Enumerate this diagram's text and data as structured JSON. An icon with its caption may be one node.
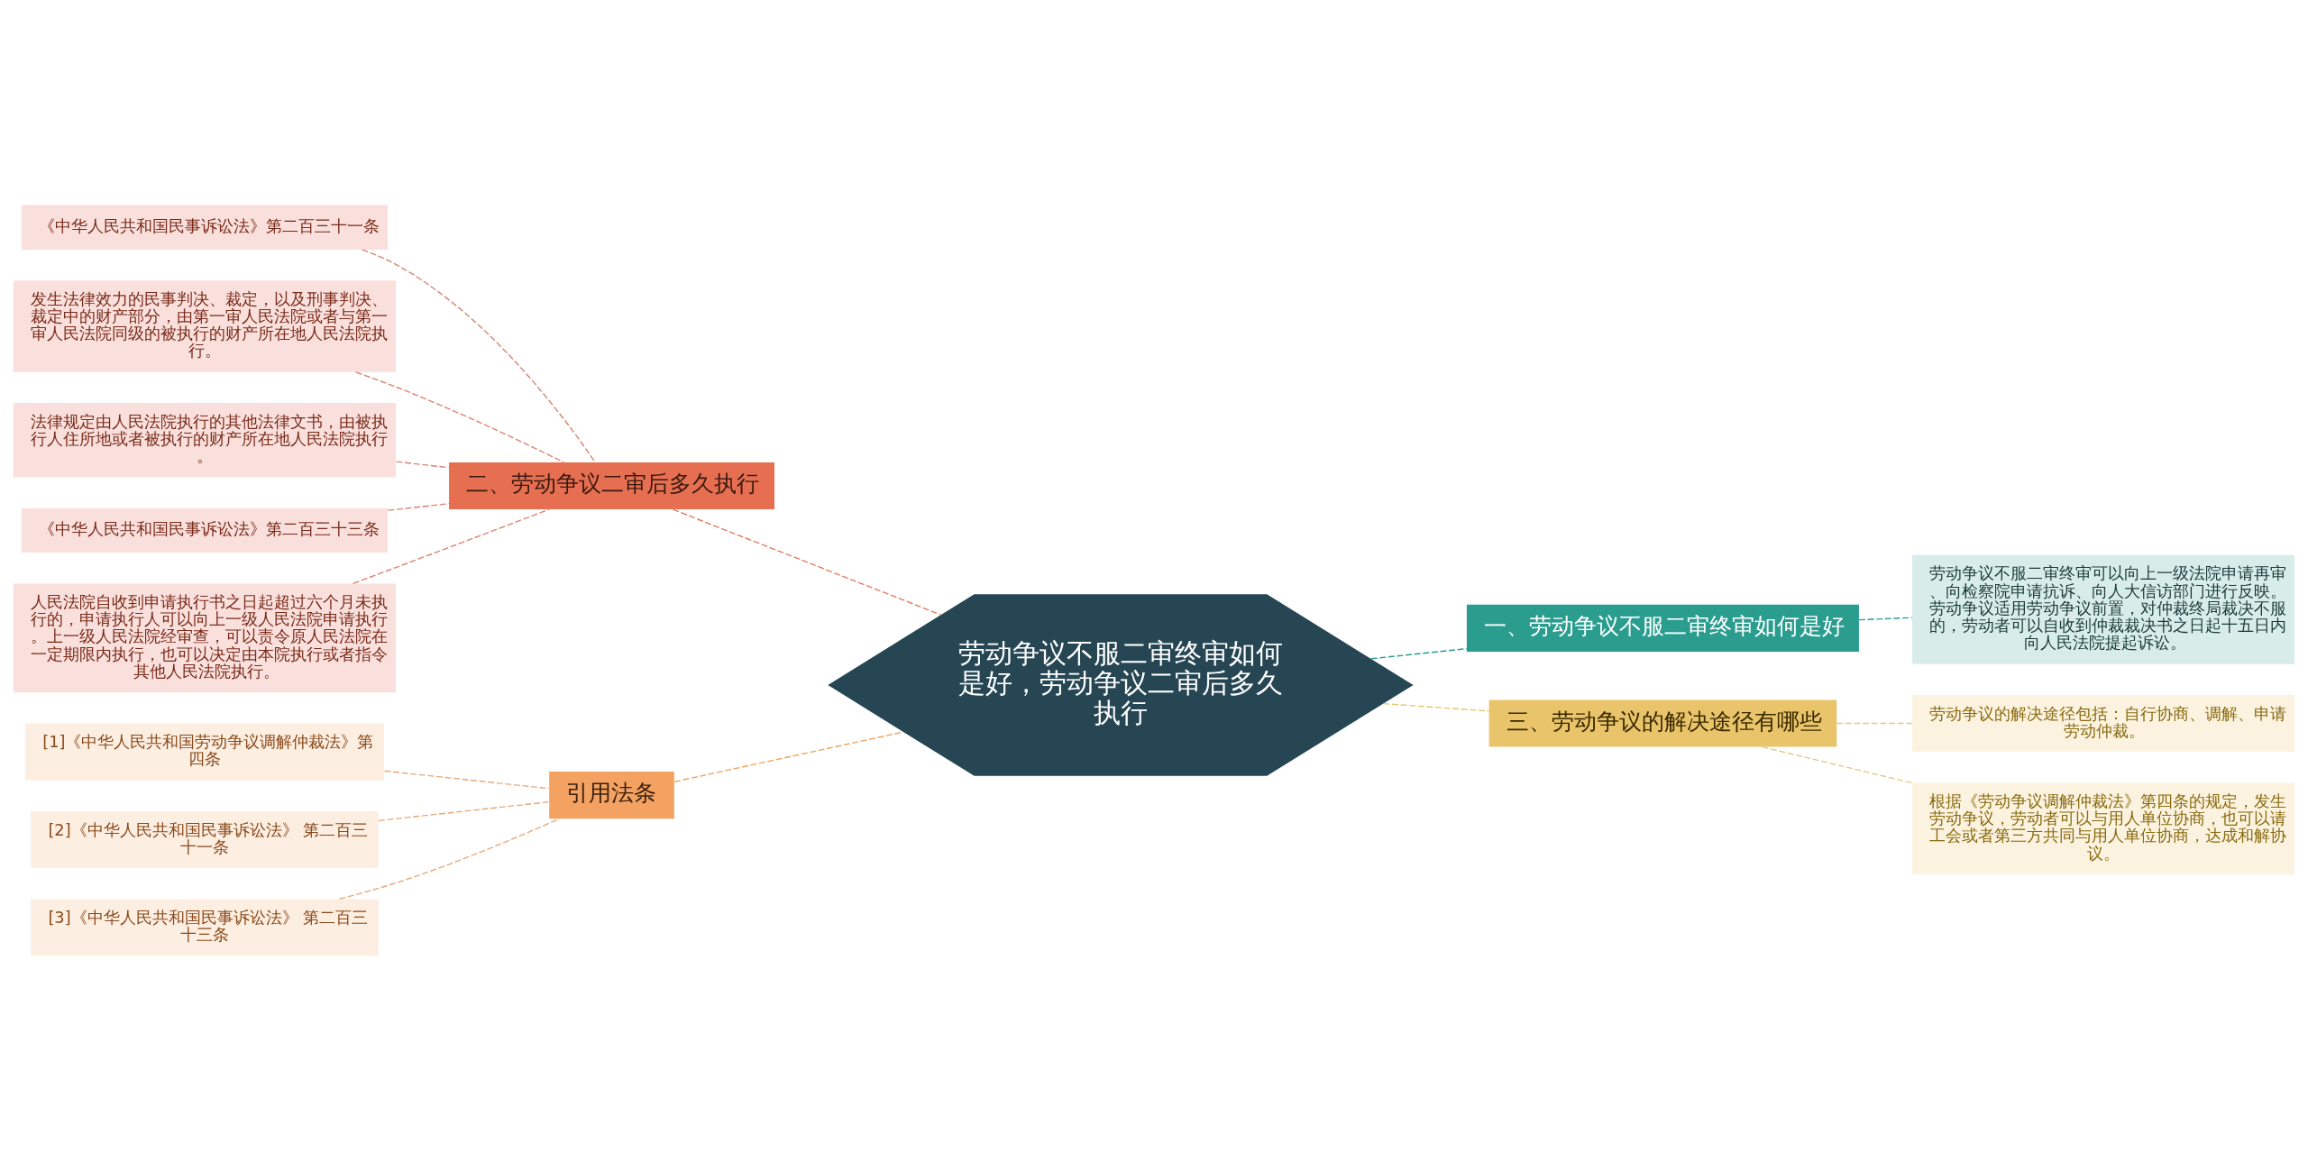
{
  "diagram": {
    "nodes": [
      {
        "text": [
          "劳动争议不服二审终审如何是好，劳动争议二审后多久执行"
        ]
      },
      {
        "text": [
          "二、劳动争议二审后多久执行"
        ]
      },
      {
        "text": [
          "《中华人民共和国民事诉讼法》第二百三十一条"
        ]
      },
      {
        "text": [
          "发生法律效力的民事判决、裁定，以及刑事判决、裁定中的财产部分，由第一审人民法院或者与第一审人民法院同级的被执行的财产所在地人民法院执行。"
        ]
      },
      {
        "text": [
          "法律规定由人民法院执行的其他法律文书，由被执行人住所地或者被执行的财产所在地人民法院执行。"
        ]
      },
      {
        "text": [
          "《中华人民共和国民事诉讼法》第二百三十三条"
        ]
      },
      {
        "text": [
          "人民法院自收到申请执行书之日起超过六个月未执行的，申请执行人可以向上一级人民法院申请执行。上一级人民法院经审查，可以责令原人民法院在一定期限内执行，也可以决定由本院执行或者指令其他人民法院执行。"
        ]
      },
      {
        "text": [
          "引用法条"
        ]
      },
      {
        "text": [
          "[1]《中华人民共和国劳动争议调解仲裁法》第四条"
        ]
      },
      {
        "text": [
          "[2]《中华人民共和国民事诉讼法》 第二百三十一条"
        ]
      },
      {
        "text": [
          "[3]《中华人民共和国民事诉讼法》 第二百三十三条"
        ]
      },
      {
        "text": [
          "一、劳动争议不服二审终审如何是好"
        ]
      },
      {
        "text": [
          "劳动争议不服二审终审可以向上一级法院申请再审、向检察院申请抗诉、向人大信访部门进行反映。劳动争议适用劳动争议前置，对仲裁终局裁决不服的，劳动者可以自收到仲裁裁决书之日起十五日内向人民法院提起诉讼。"
        ]
      },
      {
        "text": [
          "三、劳动争议的解决途径有哪些"
        ]
      },
      {
        "text": [
          "劳动争议的解决途径包括：自行协商、调解、申请劳动仲裁。"
        ]
      },
      {
        "text": [
          "根据《劳动争议调解仲裁法》第四条的规定，发生劳动争议，劳动者可以与用人单位协商，也可以请工会或者第三方共同与用人单位协商，达成和解协议。"
        ]
      }
    ],
    "edges": [
      {
        "from": 0,
        "to": 1,
        "arrow": "none",
        "style": "dashed",
        "color": "#e07a5f"
      },
      {
        "from": 1,
        "to": 2,
        "arrow": "none",
        "style": "dashed",
        "color": "#d9826e"
      },
      {
        "from": 1,
        "to": 3,
        "arrow": "none",
        "style": "dashed",
        "color": "#d9826e"
      },
      {
        "from": 1,
        "to": 4,
        "arrow": "none",
        "style": "dashed",
        "color": "#d9826e"
      },
      {
        "from": 1,
        "to": 5,
        "arrow": "none",
        "style": "dashed",
        "color": "#d9826e"
      },
      {
        "from": 1,
        "to": 6,
        "arrow": "none",
        "style": "dashed",
        "color": "#d9826e"
      },
      {
        "from": 0,
        "to": 7,
        "arrow": "none",
        "style": "dashed",
        "color": "#f0a35e"
      },
      {
        "from": 7,
        "to": 8,
        "arrow": "none",
        "style": "dashed",
        "color": "#e8a878"
      },
      {
        "from": 7,
        "to": 9,
        "arrow": "none",
        "style": "dashed",
        "color": "#e8a878"
      },
      {
        "from": 7,
        "to": 10,
        "arrow": "none",
        "style": "dashed",
        "color": "#e8a878"
      },
      {
        "from": 0,
        "to": 11,
        "arrow": "none",
        "style": "dashed",
        "color": "#2a9d8f"
      },
      {
        "from": 11,
        "to": 12,
        "arrow": "none",
        "style": "dashed",
        "color": "#2a9d8f"
      },
      {
        "from": 0,
        "to": 13,
        "arrow": "none",
        "style": "dashed",
        "color": "#e9c46a"
      },
      {
        "from": 13,
        "to": 14,
        "arrow": "none",
        "style": "dashed",
        "color": "#e0c88a"
      },
      {
        "from": 13,
        "to": 15,
        "arrow": "none",
        "style": "dashed",
        "color": "#e0c88a"
      }
    ]
  }
}
